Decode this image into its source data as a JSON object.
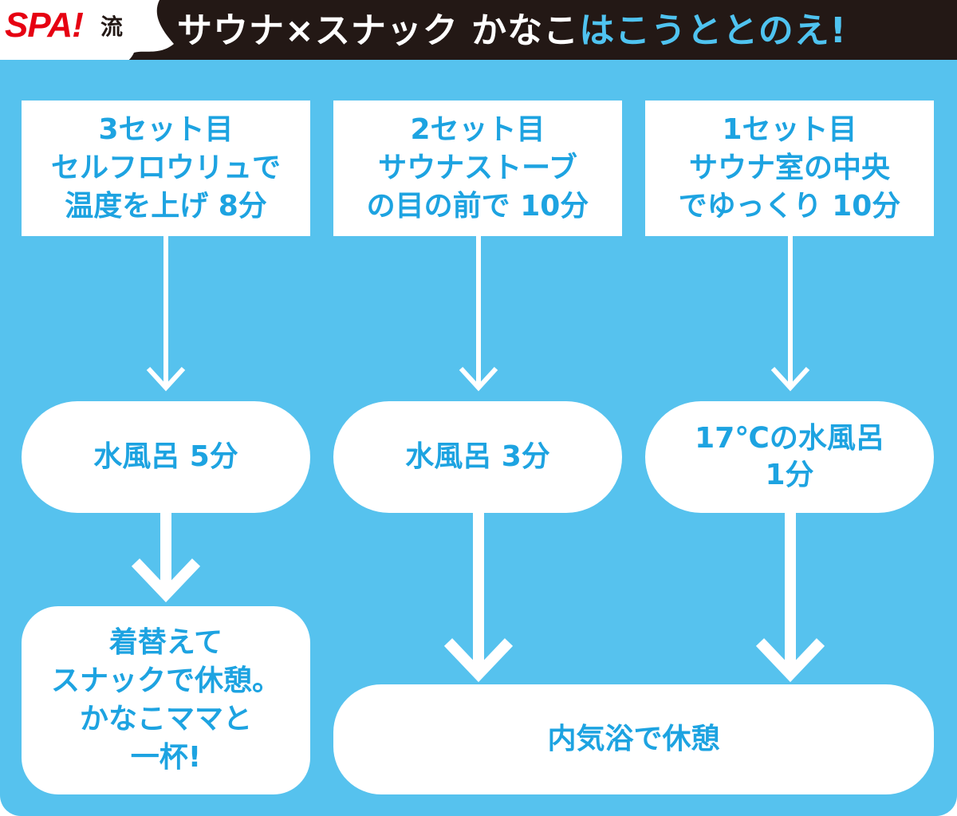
{
  "header": {
    "logo": "SPA!",
    "logo_suffix": "流",
    "title_main": "サウナ×スナック かなこ",
    "title_accent": "はこうととのえ!"
  },
  "diagram": {
    "top_boxes": [
      "3セット目\nセルフロウリュで\n温度を上げ 8分",
      "2セット目\nサウナストーブ\nの目の前で 10分",
      "1セット目\nサウナ室の中央\nでゆっくり 10分"
    ],
    "mid_boxes": [
      "水風呂 5分",
      "水風呂 3分",
      "17℃の水風呂\n1分"
    ],
    "left_end": "着替えて\nスナックで休憩。\nかなこママと\n一杯!",
    "right_end": "内気浴で休憩"
  },
  "colors": {
    "panel": "#56c2ee",
    "text_blue": "#1da3e1",
    "header_bg": "#231815",
    "logo_red": "#e60012",
    "accent_blue": "#4fc3f0"
  }
}
